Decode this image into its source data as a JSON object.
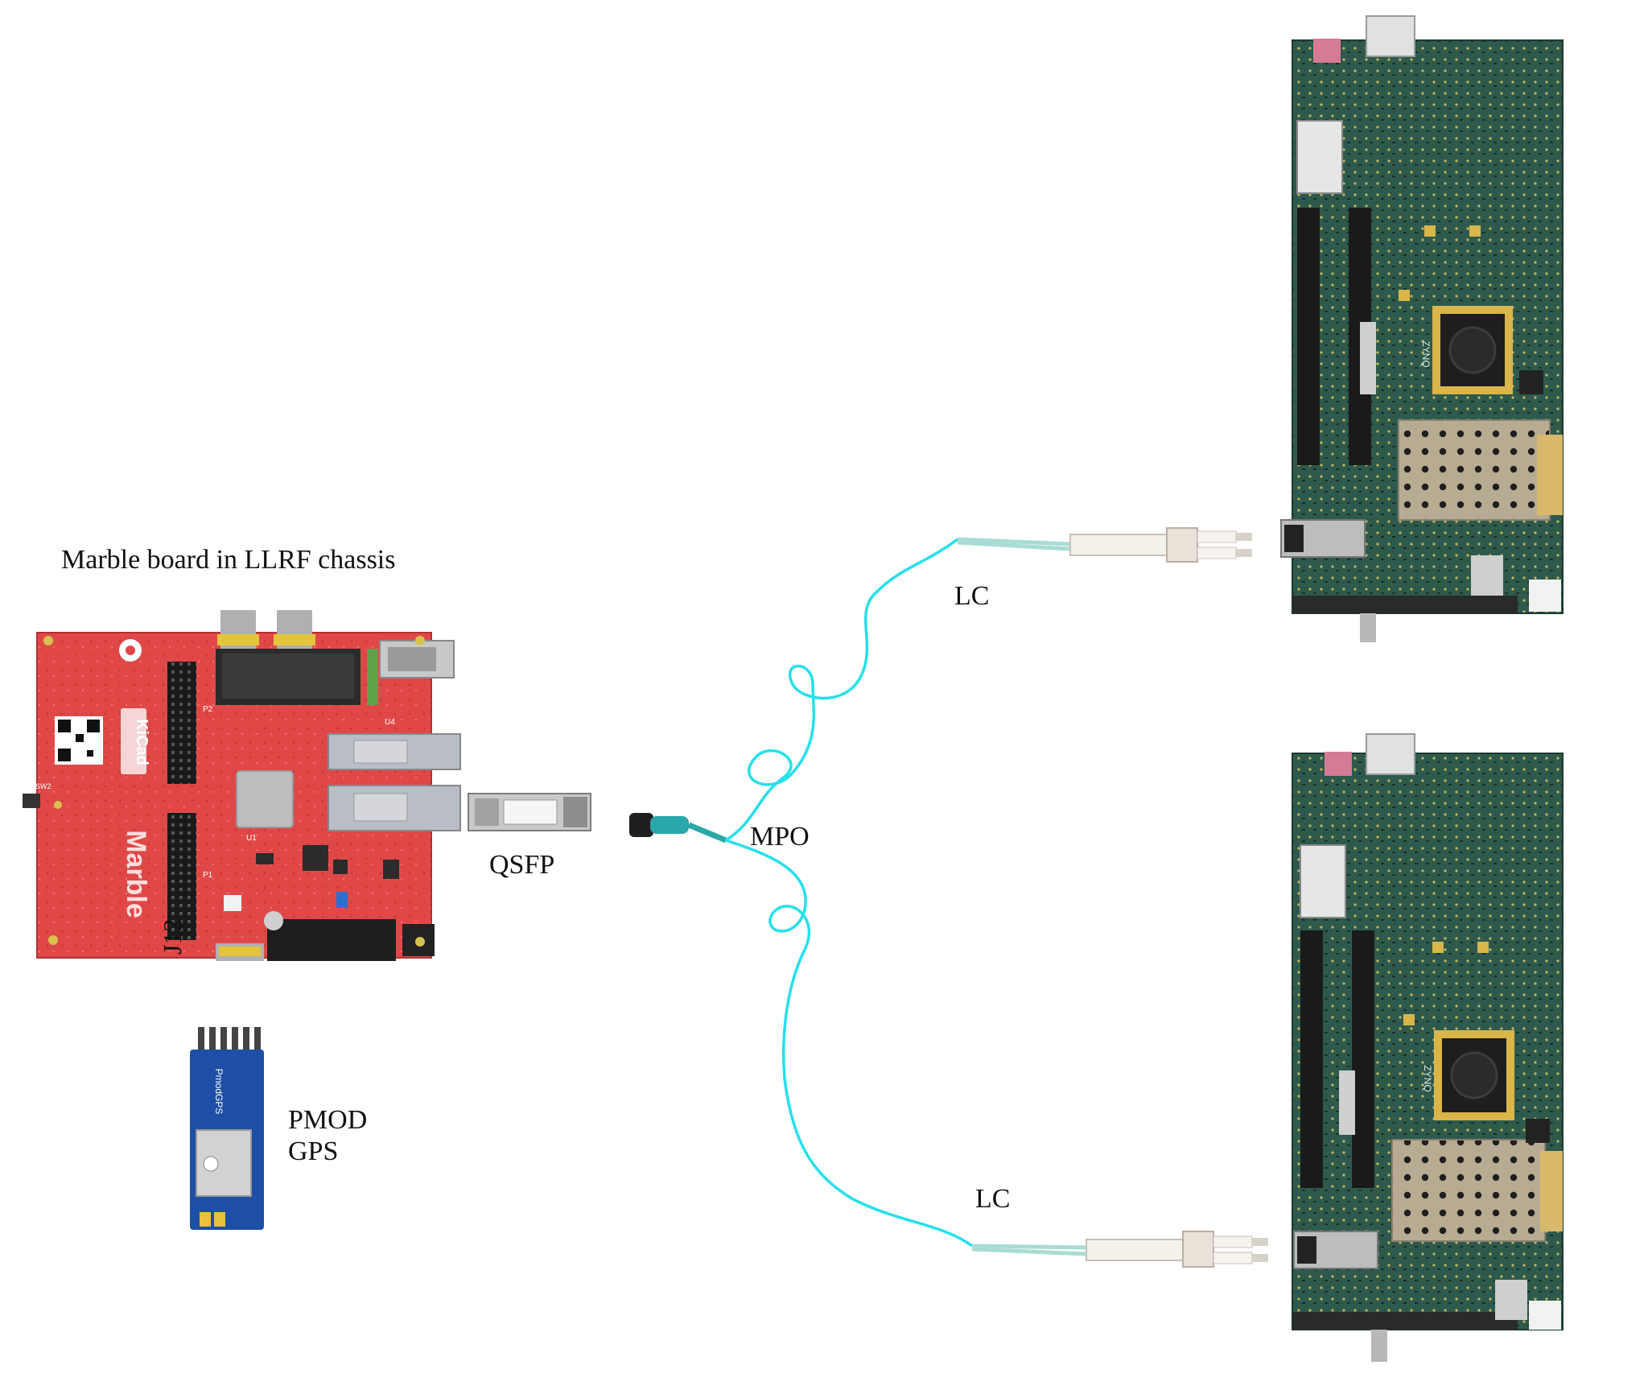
{
  "labels": {
    "title": "Marble board in LLRF chassis",
    "qsfp": "QSFP",
    "mpo": "MPO",
    "lc_top": "LC",
    "lc_bottom": "LC",
    "j12": "J12",
    "pmod": "PMOD\nGPS"
  },
  "board_markings": {
    "marble": "Marble",
    "kicad": "KiCad",
    "p1": "P1",
    "p2": "P2",
    "u1": "U1",
    "u4": "U4",
    "sw2": "SW2",
    "pmodgps": "PmodGPS",
    "zynq": "ZYNQ"
  },
  "colors": {
    "marble_board": "#e04848",
    "fiber_cyan": "#26e0ea",
    "fiber_pale": "#a8dcd4",
    "mpo_connector": "#2aa7a8",
    "pmod_board": "#1d4fa6",
    "fpga_board": "#2d5a4c"
  }
}
